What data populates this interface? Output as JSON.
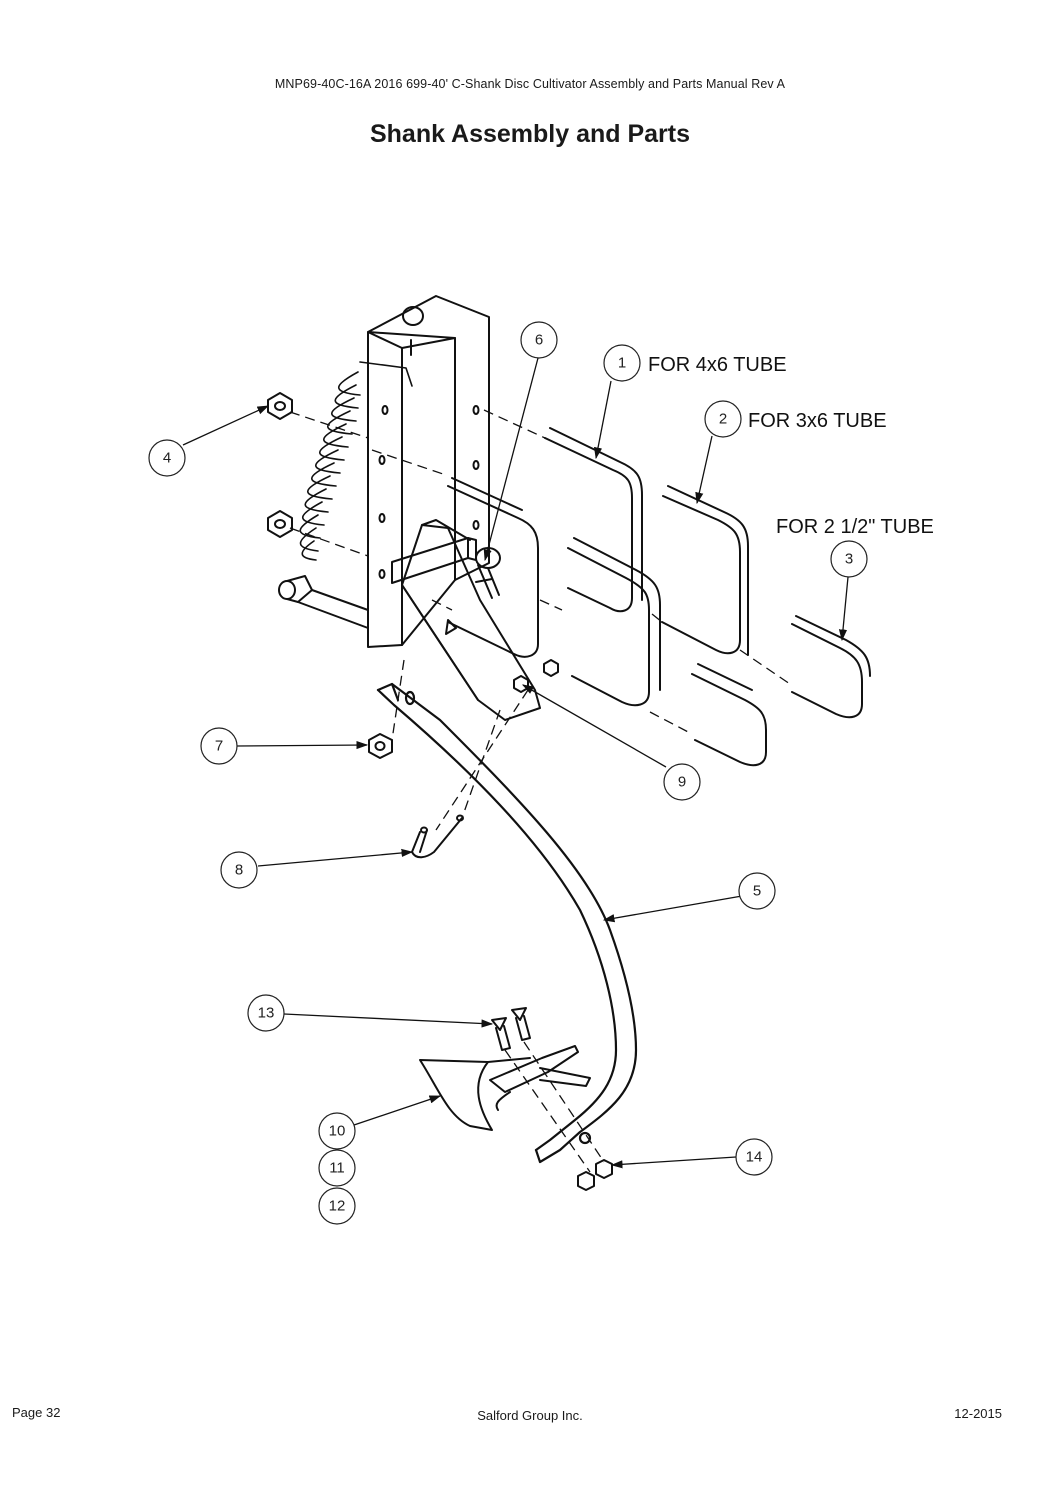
{
  "document": {
    "header": "MNP69-40C-16A 2016 699-40' C-Shank Disc Cultivator Assembly and Parts Manual Rev A",
    "title": "Shank Assembly and Parts"
  },
  "callouts": {
    "c1": "1",
    "c2": "2",
    "c3": "3",
    "c4": "4",
    "c5": "5",
    "c6": "6",
    "c7": "7",
    "c8": "8",
    "c9": "9",
    "c10": "10",
    "c11": "11",
    "c12": "12",
    "c13": "13",
    "c14": "14"
  },
  "tube_notes": {
    "n1": "FOR 4x6 TUBE",
    "n2": "FOR 3x6 TUBE",
    "n3": "FOR 2 1/2\" TUBE"
  },
  "footer": {
    "page": "Page 32",
    "company": "Salford Group Inc.",
    "date": "12-2015"
  }
}
